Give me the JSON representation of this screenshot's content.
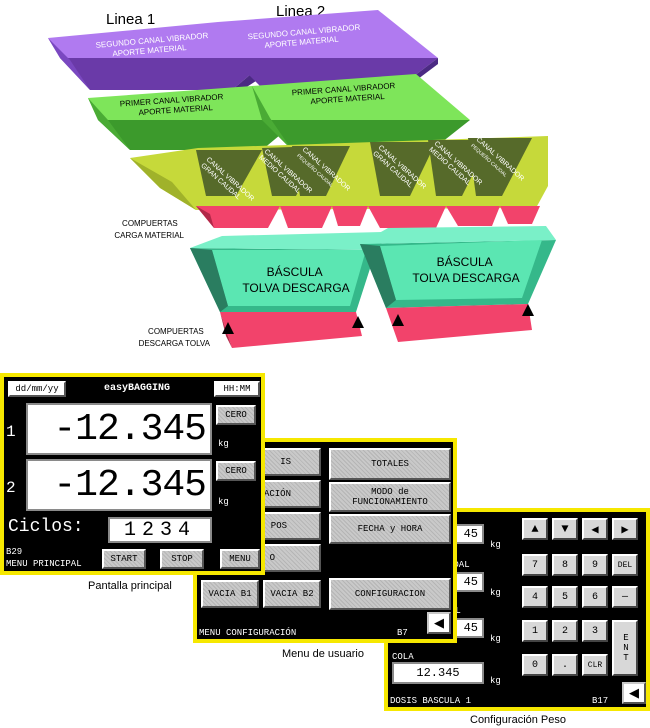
{
  "diagram": {
    "line1_title": "Linea 1",
    "line2_title": "Linea 2",
    "second_channel_line1": [
      "SEGUNDO CANAL VIBRADOR",
      "APORTE MATERIAL"
    ],
    "second_channel_line2": [
      "SEGUNDO CANAL VIBRADOR",
      "APORTE MATERIAL"
    ],
    "first_channel_line1": [
      "PRIMER CANAL VIBRADOR",
      "APORTE MATERIAL"
    ],
    "first_channel_line2": [
      "PRIMER CANAL VIBRADOR",
      "APORTE MATERIAL"
    ],
    "vibrators_line1": [
      [
        "CANAL VIBRADOR",
        "GRAN CAUDAL"
      ],
      [
        "CANAL VIBRADOR",
        "MEDIO CAUDAL"
      ],
      [
        "CANAL VIBRADOR",
        "PEQUEÑO CAUDAL"
      ]
    ],
    "vibrators_line2": [
      [
        "CANAL VIBRADOR",
        "GRAN CAUDAL"
      ],
      [
        "CANAL VIBRADOR",
        "MEDIO CAUDAL"
      ],
      [
        "CANAL VIBRADOR",
        "PEQUEÑO CAUDAL"
      ]
    ],
    "gates_load_label": [
      "COMPUERTAS",
      "CARGA MATERIAL"
    ],
    "hopper1": [
      "BÁSCULA",
      "TOLVA DESCARGA"
    ],
    "hopper2": [
      "BÁSCULA",
      "TOLVA DESCARGA"
    ],
    "gates_discharge_label": [
      "COMPUERTAS",
      "DESCARGA TOLVA"
    ],
    "colors": {
      "purple": "#9a5be3",
      "green": "#6fe04a",
      "yellow_green": "#c9dc3a",
      "pink": "#f2436b",
      "teal": "#5ae8b0"
    }
  },
  "main_screen": {
    "date_label": "dd/mm/yy",
    "app_title": "easyBAGGING",
    "time_label": "HH:MM",
    "line1_number": "1",
    "line2_number": "2",
    "weight1": "-12.345",
    "weight2": "-12.345",
    "unit": "kg",
    "zero_label": "CERO",
    "cycles_label": "Ciclos:",
    "cycles_value": "1234",
    "screen_code": "B29",
    "screen_name": "MENU PRINCIPAL",
    "start_label": "START",
    "stop_label": "STOP",
    "menu_label": "MENU",
    "caption": "Pantalla principal"
  },
  "user_menu": {
    "left_buttons": [
      "IS",
      "ACIÓN",
      "POS",
      "O"
    ],
    "totals_label": "TOTALES",
    "mode_label": [
      "MODO de",
      "FUNCIONAMIENTO"
    ],
    "date_time_label": "FECHA y HORA",
    "empty_b1_label": "VACIA B1",
    "empty_b2_label": "VACIA B2",
    "config_label": "CONFIGURACION",
    "footer_name": "MENU CONFIGURACIÓN",
    "footer_code": "B7",
    "caption": "Menu de usuario"
  },
  "weight_config": {
    "partial_values": [
      "45",
      "45",
      "45"
    ],
    "partial_labels": [
      "",
      "UDAL",
      "AL"
    ],
    "unit": "kg",
    "tail_label": "COLA",
    "tail_value": "12.345",
    "keypad_row2": [
      "7",
      "8",
      "9",
      "DEL"
    ],
    "keypad_row3": [
      "4",
      "5",
      "6",
      "—"
    ],
    "keypad_row4": [
      "1",
      "2",
      "3"
    ],
    "keypad_row5": [
      "0",
      ".",
      "CLR"
    ],
    "enter_label": "ENT",
    "footer_name": "DOSIS BASCULA 1",
    "footer_code": "B17",
    "caption": "Configuración Peso"
  }
}
